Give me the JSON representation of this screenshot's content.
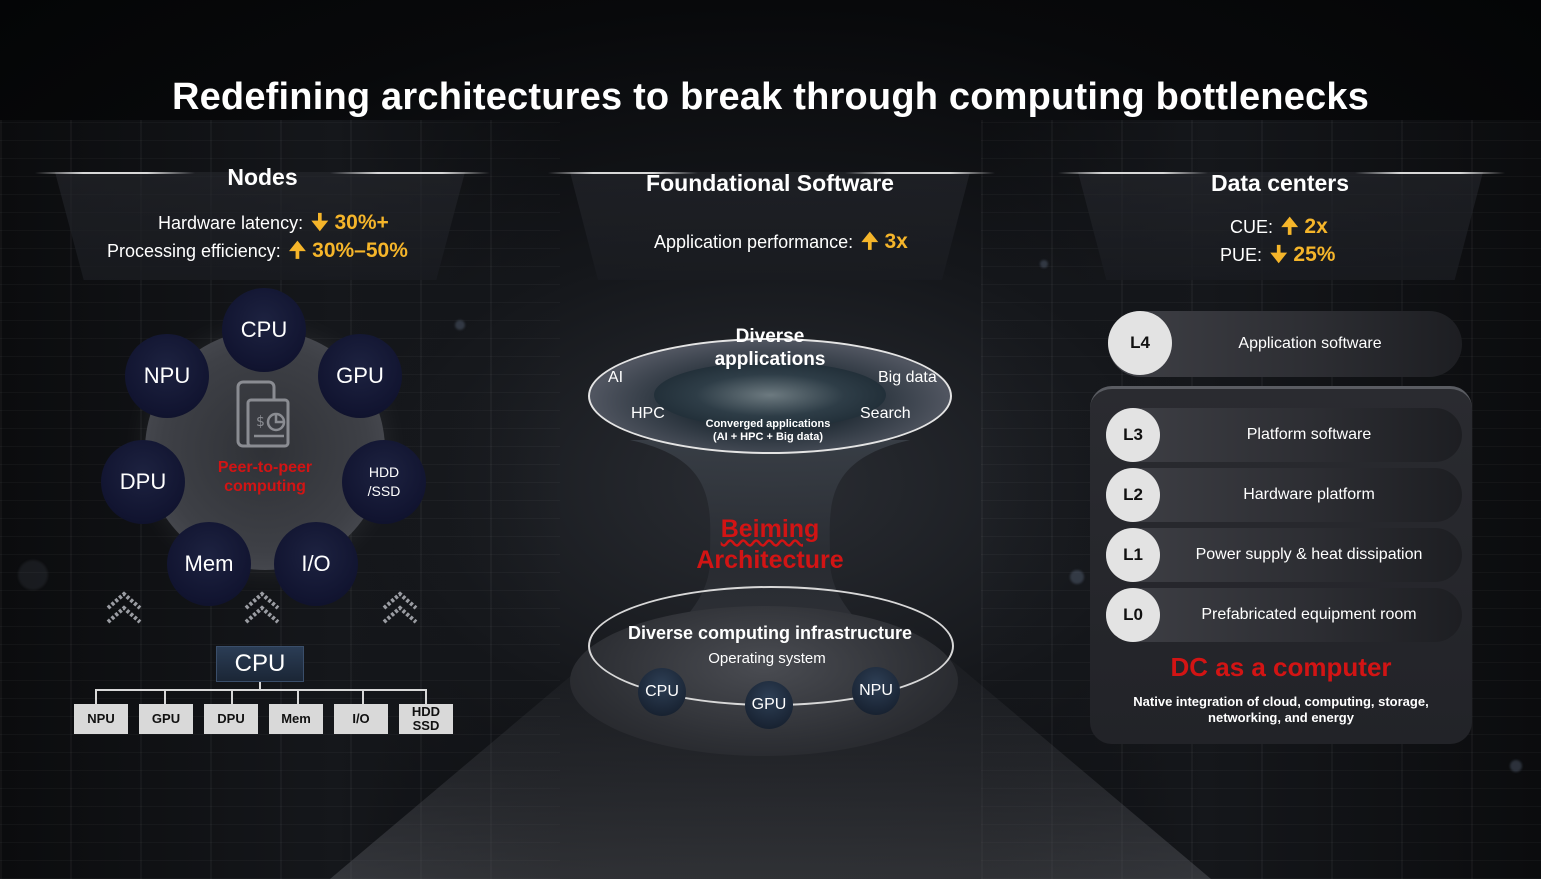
{
  "title": "Redefining architectures to break through computing bottlenecks",
  "colors": {
    "accent": "#f5b52a",
    "highlight_red": "#d21414",
    "background": "#07080a"
  },
  "nodes": {
    "heading": "Nodes",
    "metrics": [
      {
        "label": "Hardware latency:",
        "direction": "down",
        "arrow": "🠋",
        "value": "30%+"
      },
      {
        "label": "Processing efficiency:",
        "direction": "up",
        "arrow": "🠉",
        "value": "30%–50%"
      }
    ],
    "ring_units": [
      "CPU",
      "GPU",
      "HDD /SSD",
      "I/O",
      "Mem",
      "DPU",
      "NPU"
    ],
    "ring_hdd_line1": "HDD",
    "ring_hdd_line2": "/SSD",
    "center_label_line1": "Peer-to-peer",
    "center_label_line2": "computing",
    "center_icon": "phone-payment-icon",
    "tree_root": "CPU",
    "tree_leaves": [
      "NPU",
      "GPU",
      "DPU",
      "Mem",
      "I/O"
    ],
    "tree_leaf_hdd_line1": "HDD",
    "tree_leaf_hdd_line2": "SSD"
  },
  "software": {
    "heading": "Foundational Software",
    "metric": {
      "label": "Application performance:",
      "direction": "up",
      "arrow": "🠉",
      "value": "3x"
    },
    "top_title_line1": "Diverse",
    "top_title_line2": "applications",
    "apps": [
      "AI",
      "Big data",
      "HPC",
      "Search"
    ],
    "converged_line1": "Converged applications",
    "converged_line2": "(AI + HPC + Big data)",
    "architecture_line1": "Beiming",
    "architecture_line2": "Architecture",
    "infra_title": "Diverse computing infrastructure",
    "infra_os": "Operating system",
    "chips": [
      "CPU",
      "GPU",
      "NPU"
    ]
  },
  "datacenters": {
    "heading": "Data centers",
    "metrics": [
      {
        "label": "CUE:",
        "direction": "up",
        "arrow": "🠉",
        "value": "2x"
      },
      {
        "label": "PUE:",
        "direction": "down",
        "arrow": "🠋",
        "value": "25%"
      }
    ],
    "layers": [
      {
        "badge": "L4",
        "label": "Application software"
      },
      {
        "badge": "L3",
        "label": "Platform software"
      },
      {
        "badge": "L2",
        "label": "Hardware platform"
      },
      {
        "badge": "L1",
        "label": "Power supply & heat dissipation"
      },
      {
        "badge": "L0",
        "label": "Prefabricated equipment room"
      }
    ],
    "box_title": "DC as a computer",
    "box_subtitle_line1": "Native integration of cloud, computing, storage,",
    "box_subtitle_line2": "networking, and energy"
  }
}
